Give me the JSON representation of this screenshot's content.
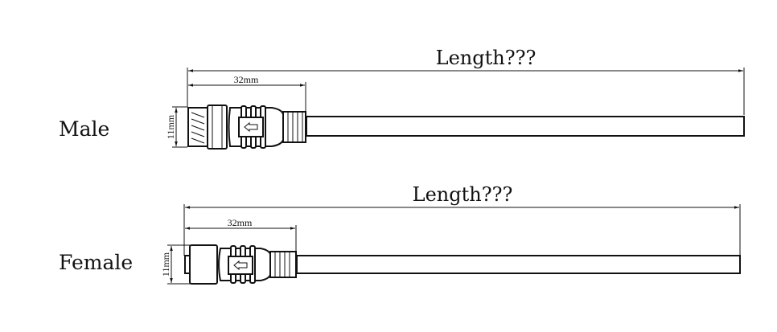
{
  "male": {
    "label": "Male",
    "length_label": "Length???",
    "connector_length": "32mm",
    "diameter": "11mm"
  },
  "female": {
    "label": "Female",
    "length_label": "Length???",
    "connector_length": "32mm",
    "diameter": "11mm"
  }
}
